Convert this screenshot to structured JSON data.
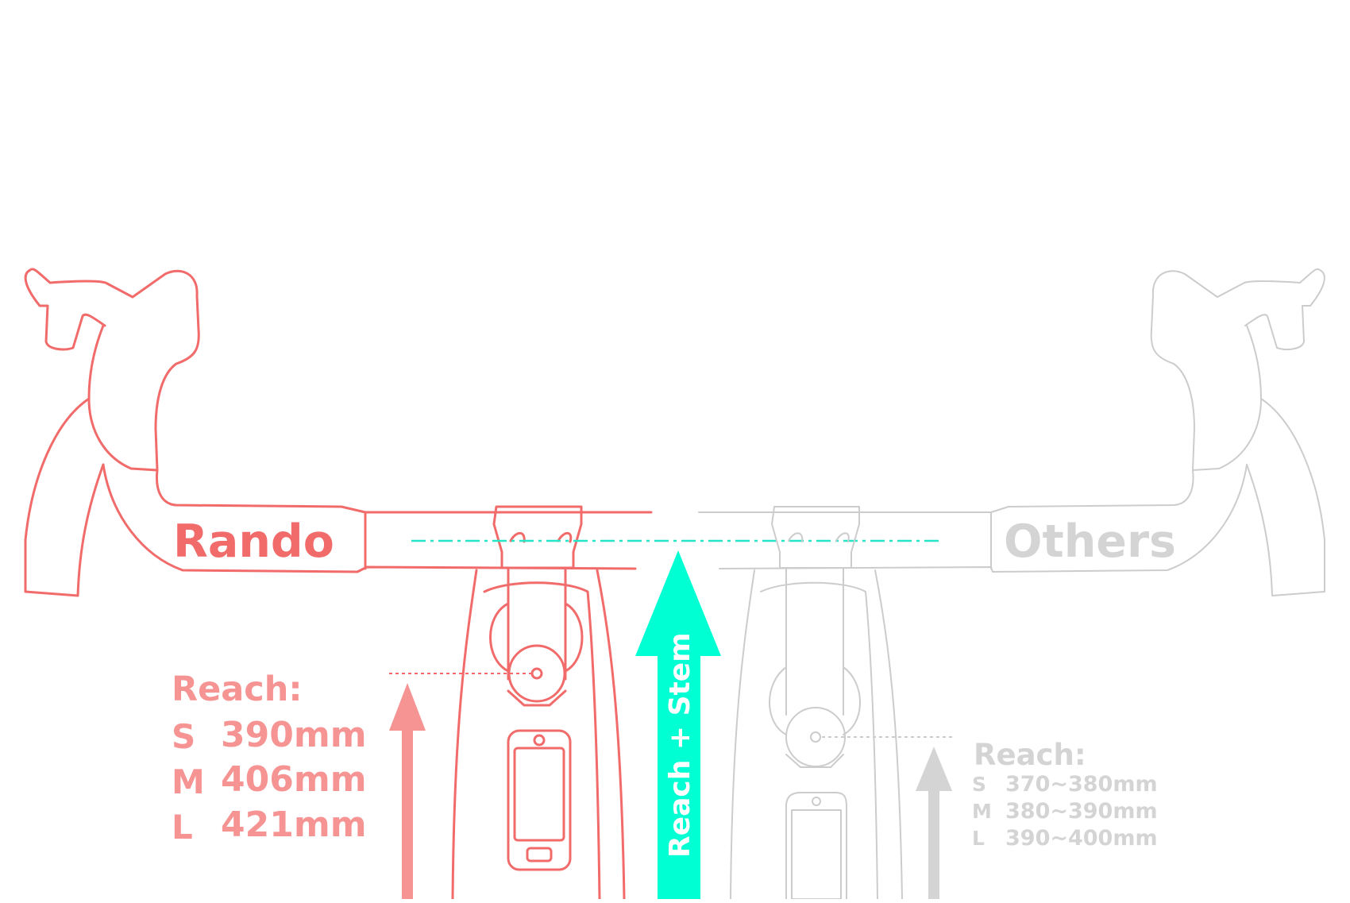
{
  "colors": {
    "rando": "#f26b6b",
    "rando_light": "#f69393",
    "others": "#cccccc",
    "others_text": "#d4d4d4",
    "accent": "#00ffd2",
    "accent_line": "#26e6c8"
  },
  "rando": {
    "label": "Rando",
    "reach_title": "Reach:",
    "sizes": [
      {
        "size": "S",
        "value": "390mm"
      },
      {
        "size": "M",
        "value": "406mm"
      },
      {
        "size": "L",
        "value": "421mm"
      }
    ]
  },
  "others": {
    "label": "Others",
    "reach_title": "Reach:",
    "sizes": [
      {
        "size": "S",
        "value": "370~380mm"
      },
      {
        "size": "M",
        "value": "380~390mm"
      },
      {
        "size": "L",
        "value": "390~400mm"
      }
    ]
  },
  "center_arrow_label": "Reach + Stem"
}
